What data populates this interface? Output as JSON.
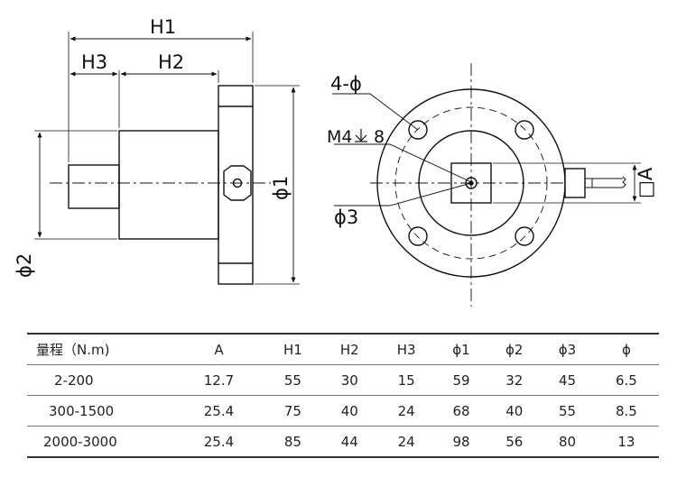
{
  "labels": {
    "h1": "H1",
    "h2": "H2",
    "h3": "H3",
    "phi1": "ϕ1",
    "phi2": "ϕ2",
    "phi3": "ϕ3",
    "hole": "4-ϕ",
    "thread": "M4",
    "thread_depth": "8",
    "square": "□A"
  },
  "table": {
    "headers": [
      "量程（N.m)",
      "A",
      "H1",
      "H2",
      "H3",
      "ϕ1",
      "ϕ2",
      "ϕ3",
      "ϕ"
    ],
    "rows": [
      [
        "2-200",
        "12.7",
        "55",
        "30",
        "15",
        "59",
        "32",
        "45",
        "6.5"
      ],
      [
        "300-1500",
        "25.4",
        "75",
        "40",
        "24",
        "68",
        "40",
        "55",
        "8.5"
      ],
      [
        "2000-3000",
        "25.4",
        "85",
        "44",
        "24",
        "98",
        "56",
        "80",
        "13"
      ]
    ]
  }
}
